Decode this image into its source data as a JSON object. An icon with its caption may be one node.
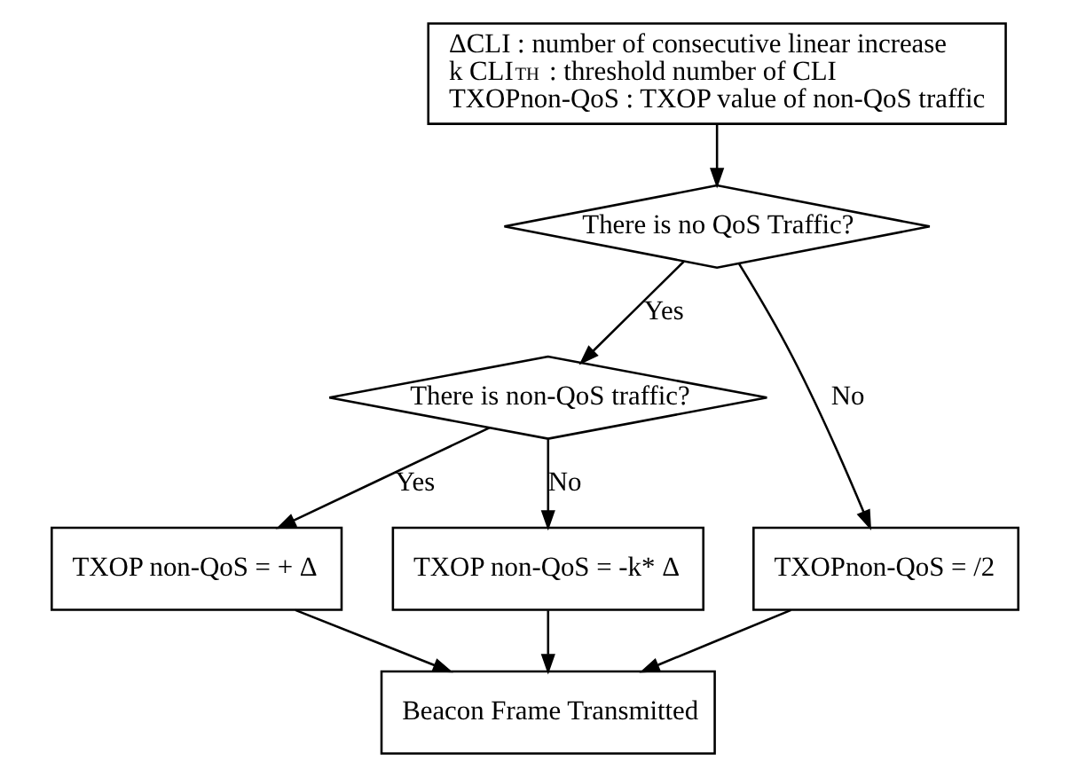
{
  "diagram": {
    "nodes": [
      {
        "text": [
          "ΔCLI : number of consecutive linear increase",
          "k CLI$_{TH}$ : threshold number of CLI",
          "TXOPnon-QoS : TXOP value of non-QoS traffic"
        ]
      },
      {
        "text": [
          "There is no QoS Traffic?"
        ]
      },
      {
        "text": [
          "There is non-QoS traffic?"
        ]
      },
      {
        "text": [
          "TXOP non-QoS = + Δ"
        ]
      },
      {
        "text": [
          "TXOP non-QoS = -k* Δ"
        ]
      },
      {
        "text": [
          "TXOPnon-QoS = /2"
        ]
      },
      {
        "text": [
          "Beacon Frame Transmitted"
        ]
      }
    ],
    "edges": [
      {
        "from": 0,
        "to": 1,
        "arrow": "to"
      },
      {
        "from": 1,
        "to": 2,
        "arrow": "to",
        "label": "Yes"
      },
      {
        "from": 1,
        "to": 5,
        "arrow": "to",
        "label": "No"
      },
      {
        "from": 2,
        "to": 3,
        "arrow": "to",
        "label": "Yes"
      },
      {
        "from": 2,
        "to": 4,
        "arrow": "to",
        "label": "No"
      },
      {
        "from": 3,
        "to": 6,
        "arrow": "to"
      },
      {
        "from": 4,
        "to": 6,
        "arrow": "to"
      },
      {
        "from": 5,
        "to": 6,
        "arrow": "to"
      }
    ]
  }
}
